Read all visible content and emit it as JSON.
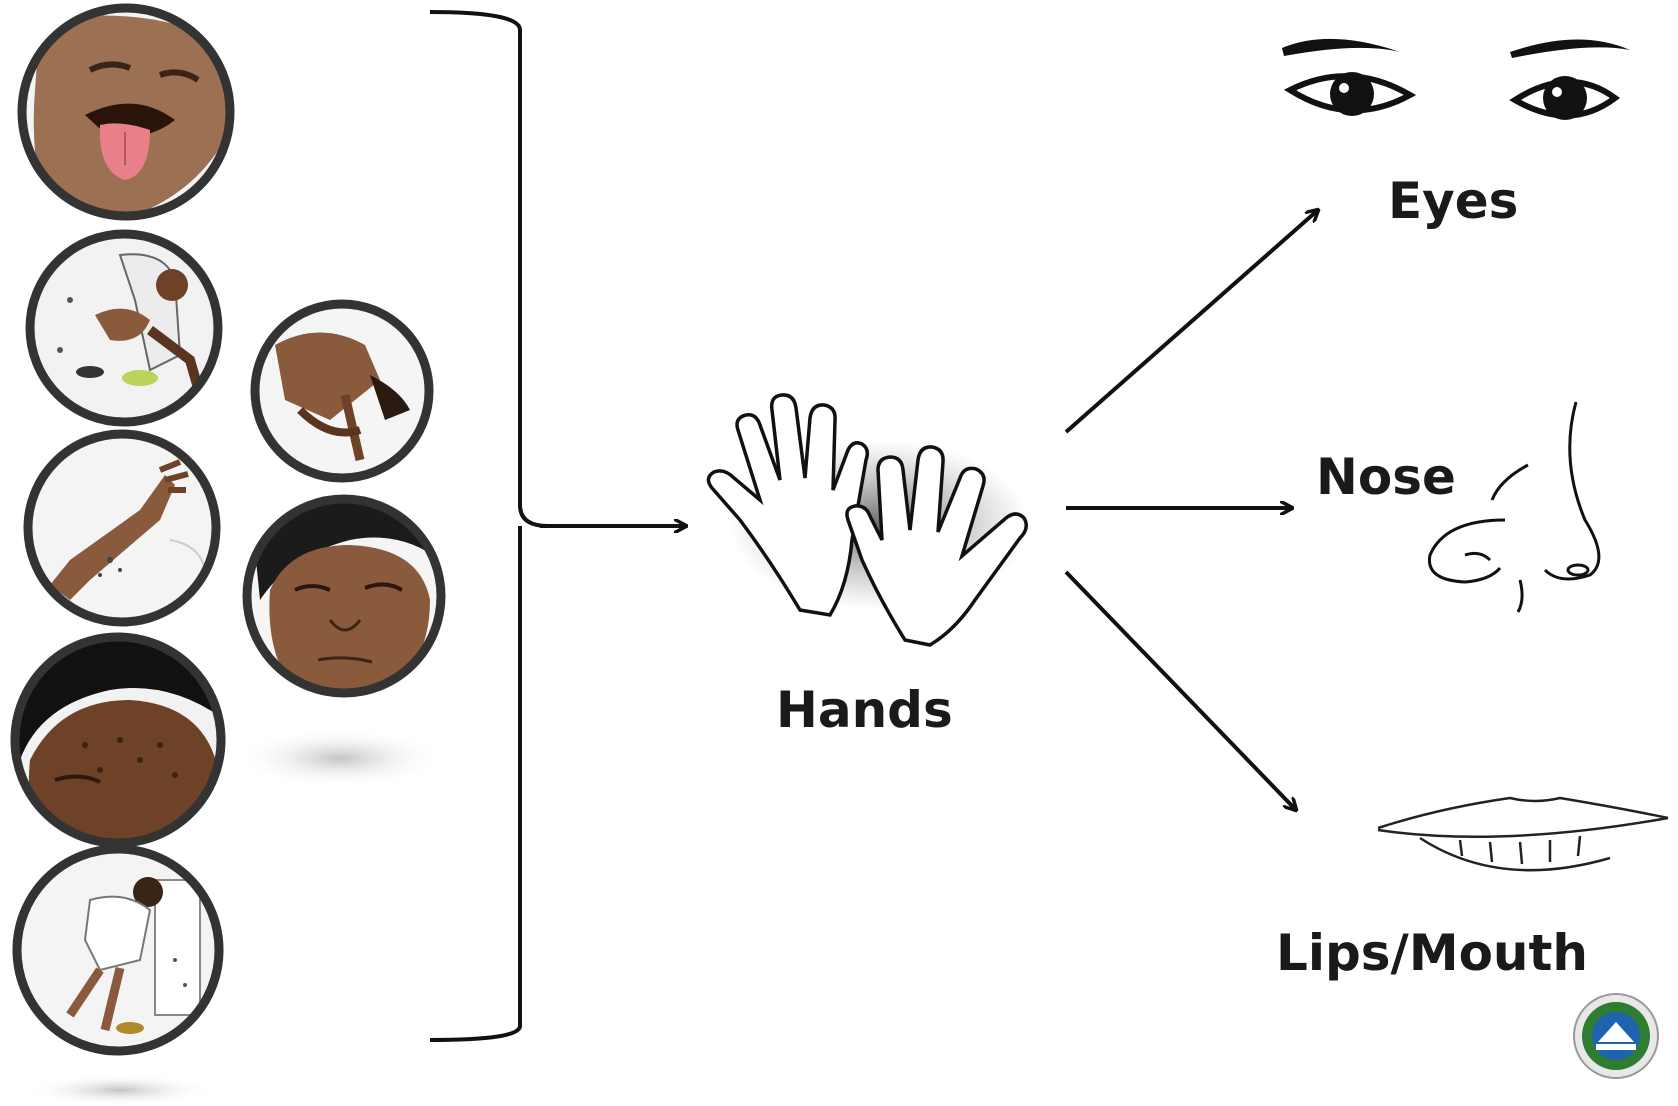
{
  "labels": {
    "hands": "Hands",
    "eyes": "Eyes",
    "nose": "Nose",
    "lips": "Lips/Mouth"
  },
  "symptom_icons": [
    {
      "name": "symptom-tongue-icon"
    },
    {
      "name": "symptom-vomiting-icon"
    },
    {
      "name": "symptom-bleeding-arm-icon"
    },
    {
      "name": "symptom-collapsed-person-icon"
    },
    {
      "name": "symptom-weak-face-icon"
    },
    {
      "name": "symptom-rash-face-icon"
    },
    {
      "name": "symptom-diarrhea-icon"
    }
  ],
  "icons": {
    "hands": "hands-icon",
    "eyes": "eyes-icon",
    "nose": "nose-icon",
    "lips": "lips-icon",
    "seal": "government-seal-icon"
  },
  "colors": {
    "skin": "#8a5a3c",
    "skin_dark": "#5a3420",
    "outline": "#333333",
    "tongue": "#e8808a",
    "seal_green": "#2e7d32",
    "seal_blue": "#1e63b0"
  }
}
